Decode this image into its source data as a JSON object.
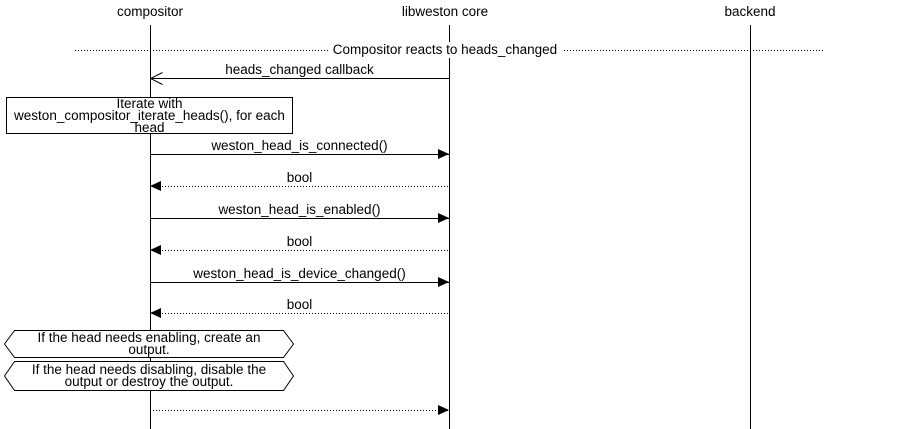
{
  "colors": {
    "line": "#000000",
    "background": "#ffffff"
  },
  "diagram": {
    "type": "uml-sequence-diagram",
    "participants": [
      {
        "label": "compositor"
      },
      {
        "label": "libweston core"
      },
      {
        "label": "backend"
      }
    ],
    "divider": {
      "label": "Compositor reacts to heads_changed"
    },
    "note": {
      "text": "Iterate with weston_compositor_iterate_heads(), for each head",
      "attached_to": "compositor"
    },
    "messages": [
      {
        "label": "heads_changed callback",
        "from": "libweston core",
        "to": "compositor",
        "line": "solid",
        "arrowhead": "open"
      },
      {
        "label": "weston_head_is_connected()",
        "from": "compositor",
        "to": "libweston core",
        "line": "solid",
        "arrowhead": "filled"
      },
      {
        "label": "bool",
        "from": "libweston core",
        "to": "compositor",
        "line": "dotted",
        "arrowhead": "filled"
      },
      {
        "label": "weston_head_is_enabled()",
        "from": "compositor",
        "to": "libweston core",
        "line": "solid",
        "arrowhead": "filled"
      },
      {
        "label": "bool",
        "from": "libweston core",
        "to": "compositor",
        "line": "dotted",
        "arrowhead": "filled"
      },
      {
        "label": "weston_head_is_device_changed()",
        "from": "compositor",
        "to": "libweston core",
        "line": "solid",
        "arrowhead": "filled"
      },
      {
        "label": "bool",
        "from": "libweston core",
        "to": "compositor",
        "line": "dotted",
        "arrowhead": "filled"
      },
      {
        "label": "",
        "from": "compositor",
        "to": "libweston core",
        "line": "dotted",
        "arrowhead": "filled"
      }
    ],
    "conditions": [
      {
        "text": "If the head needs enabling, create an output."
      },
      {
        "text": "If the head needs disabling, disable the output or destroy the output."
      }
    ]
  }
}
